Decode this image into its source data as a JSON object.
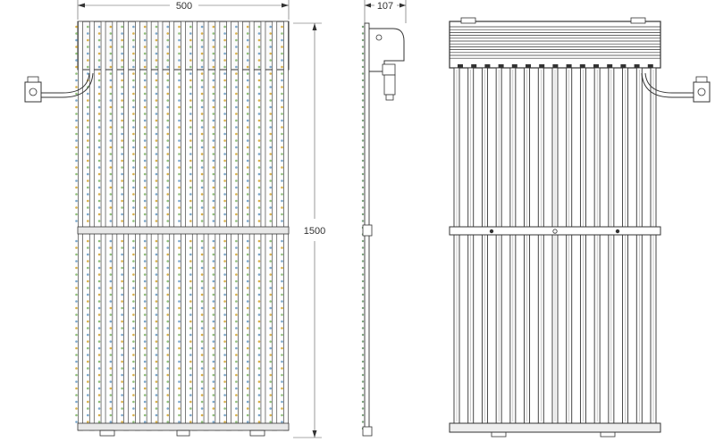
{
  "dimensions": {
    "width": "500",
    "depth": "107",
    "height": "1500"
  },
  "views": {
    "front": {
      "strip_count": 19
    },
    "side": {},
    "back": {
      "rail_count": 15
    }
  }
}
